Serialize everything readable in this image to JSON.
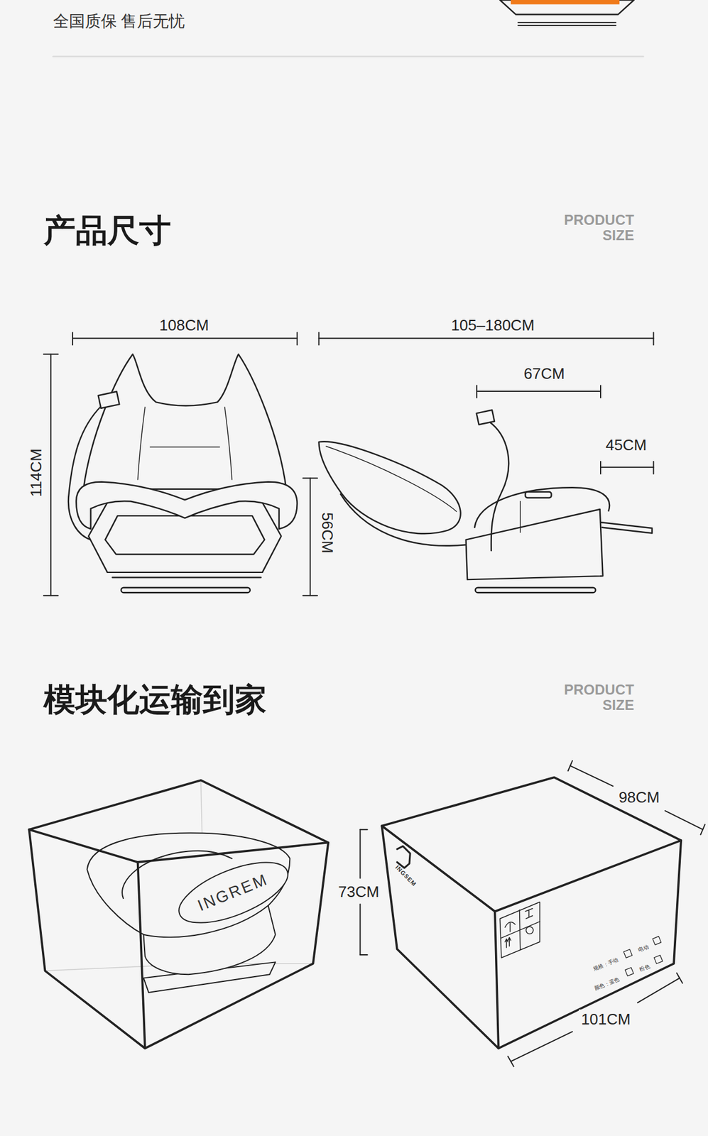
{
  "diagram": {
    "labels": [
      "全国质保 售后无忧",
      "产品尺寸",
      "PRODUCT SIZE",
      "108CM",
      "105–180CM",
      "67CM",
      "45CM",
      "114CM",
      "56CM",
      "模块化运输到家",
      "PRODUCT SIZE",
      "INGREM",
      "98CM",
      "73CM",
      "INGSEM",
      "规格：手动",
      "电动",
      "颜色：蓝色",
      "粉色",
      "101CM"
    ]
  }
}
